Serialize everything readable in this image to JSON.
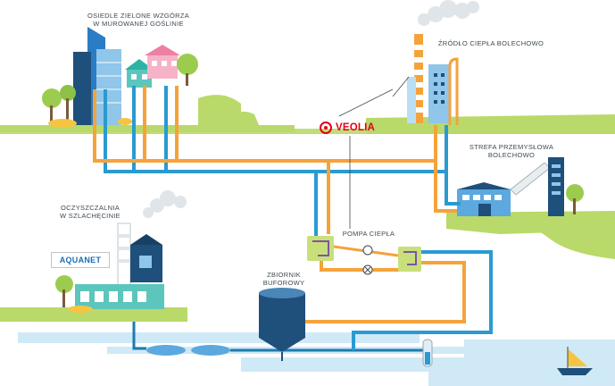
{
  "labels": {
    "osiedle": "OSIEDLE ZIELONE WZGÓRZA\nW MUROWANEJ GOŚLINIE",
    "zrodlo": "ŹRÓDŁO CIEPŁA BOLECHOWO",
    "strefa": "STREFA PRZEMYSŁOWA\nBOLECHOWO",
    "oczyszczalnia": "OCZYSZCZALNIA\nW SZLACHĘCINIE",
    "pompa": "POMPA CIEPŁA",
    "zbiornik": "ZBIORNIK\nBUFOROWY"
  },
  "logos": {
    "veolia": "VEOLIA",
    "aquanet": "AQUANET"
  },
  "colors": {
    "pipe_hot": "#f5a23b",
    "pipe_cold": "#2a9ad1",
    "pipe_deep": "#1d7bb0",
    "grass": "#b9d96a",
    "water": "#cfe9f6",
    "building_navy": "#1f4f7b",
    "pump_green": "#c9e07a",
    "veolia_red": "#e2001a",
    "aquanet_blue": "#1a6fb5"
  }
}
